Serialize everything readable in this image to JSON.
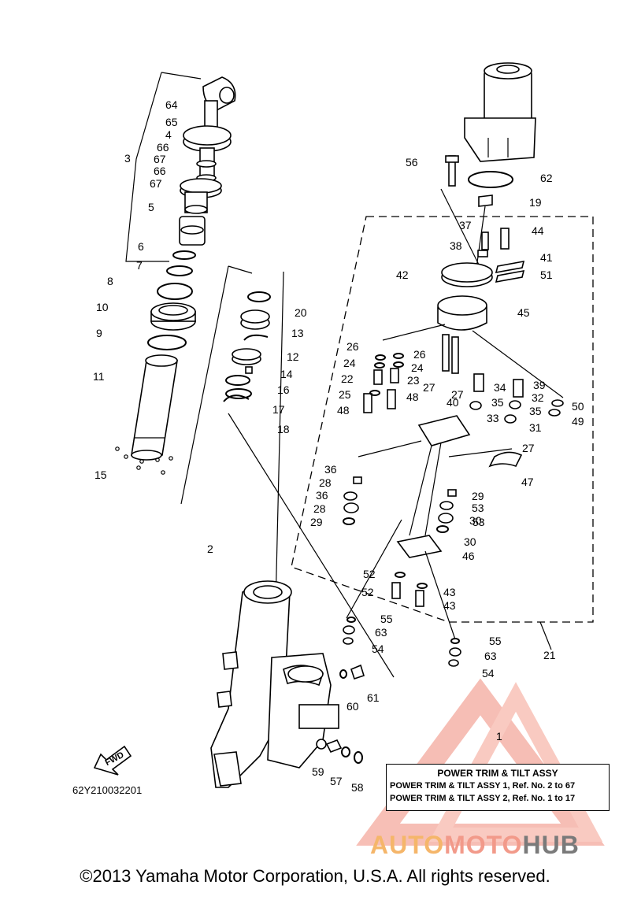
{
  "diagram_code": "62Y210032201",
  "fwd_label": "FWD",
  "legend": {
    "title": "POWER TRIM & TILT ASSY",
    "rows": [
      "POWER TRIM & TILT ASSY 1, Ref. No. 2 to 67",
      "POWER TRIM & TILT ASSY 2, Ref. No. 1 to 17"
    ]
  },
  "copyright": "©2013 Yamaha Motor Corporation, U.S.A. All rights reserved.",
  "watermark": {
    "part_a": "AUTO",
    "part_b": "MOTO",
    "part_c": "HUB"
  },
  "callouts": [
    "64",
    "65",
    "4",
    "66",
    "67",
    "3",
    "66",
    "67",
    "5",
    "6",
    "7",
    "8",
    "10",
    "9",
    "11",
    "15",
    "20",
    "13",
    "12",
    "14",
    "16",
    "17",
    "18",
    "2",
    "56",
    "62",
    "19",
    "37",
    "44",
    "38",
    "41",
    "42",
    "51",
    "45",
    "26",
    "26",
    "24",
    "24",
    "22",
    "23",
    "39",
    "34",
    "32",
    "25",
    "27",
    "48",
    "48",
    "40",
    "27",
    "35",
    "50",
    "35",
    "49",
    "33",
    "31",
    "27",
    "36",
    "47",
    "28",
    "29",
    "36",
    "53",
    "28",
    "30",
    "29",
    "53",
    "30",
    "46",
    "52",
    "43",
    "52",
    "43",
    "55",
    "63",
    "54",
    "21",
    "55",
    "63",
    "54",
    "60",
    "61",
    "59",
    "57",
    "58",
    "1"
  ],
  "colors": {
    "line": "#000000",
    "watermark_orange": "#f5b66a",
    "watermark_red": "#f29a8a",
    "watermark_grey": "#7a7a7a"
  }
}
